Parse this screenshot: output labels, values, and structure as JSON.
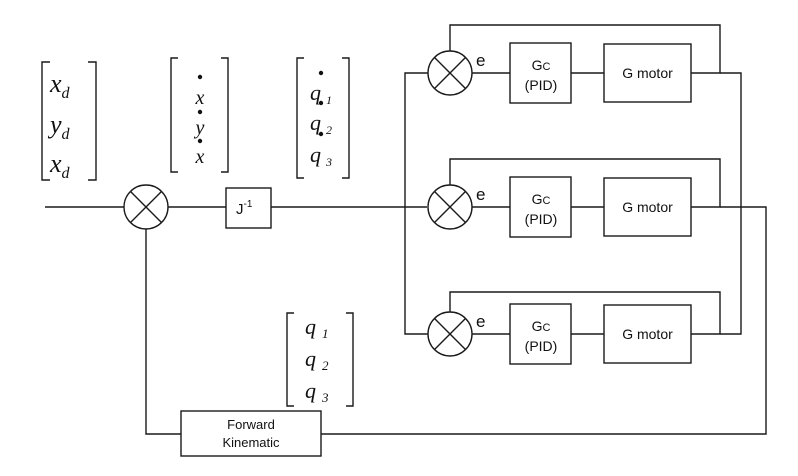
{
  "blocks": {
    "jinv": {
      "base": "J",
      "sup": "-1"
    },
    "gc": {
      "base": "G",
      "sub": "C",
      "sub2": "(PID)"
    },
    "gmotor": "G motor",
    "fk": {
      "line1": "Forward",
      "line2": "Kinematic"
    }
  },
  "error_label": "e",
  "vectors": {
    "desired": [
      {
        "v": "x",
        "s": "d"
      },
      {
        "v": "y",
        "s": "d"
      },
      {
        "v": "x",
        "s": "d"
      }
    ],
    "cartesian_velocity": [
      "x",
      "y",
      "x"
    ],
    "joint_velocity": [
      {
        "v": "q",
        "s": "1"
      },
      {
        "v": "q",
        "s": "2"
      },
      {
        "v": "q",
        "s": "3"
      }
    ],
    "joint_position": [
      {
        "v": "q",
        "s": "1"
      },
      {
        "v": "q",
        "s": "2"
      },
      {
        "v": "q",
        "s": "3"
      }
    ]
  }
}
